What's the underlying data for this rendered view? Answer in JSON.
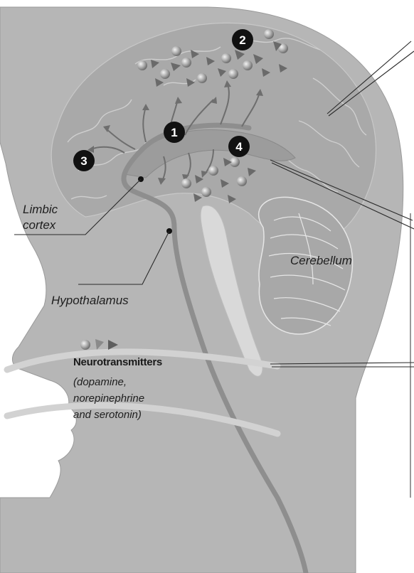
{
  "labels": {
    "limbic_line1": "Limbic",
    "limbic_line2": "cortex",
    "hypothalamus": "Hypothalamus",
    "cerebellum": "Cerebellum",
    "neurotransmitters_title": "Neurotransmitters",
    "neurotransmitters_line1": "(dopamine,",
    "neurotransmitters_line2": "norepinephrine",
    "neurotransmitters_line3": "and serotonin)"
  },
  "markers": {
    "m1": "1",
    "m2": "2",
    "m3": "3",
    "m4": "4"
  },
  "colors": {
    "head_fill": "#b6b6b6",
    "brain_fill": "#a9a9a9",
    "corpus_fill": "#9c9c9c",
    "pathway_stroke": "#8e8e8e",
    "fold_stroke": "#cfcfcf",
    "marker_fill": "#111111",
    "label_text": "#1e1e1e"
  }
}
